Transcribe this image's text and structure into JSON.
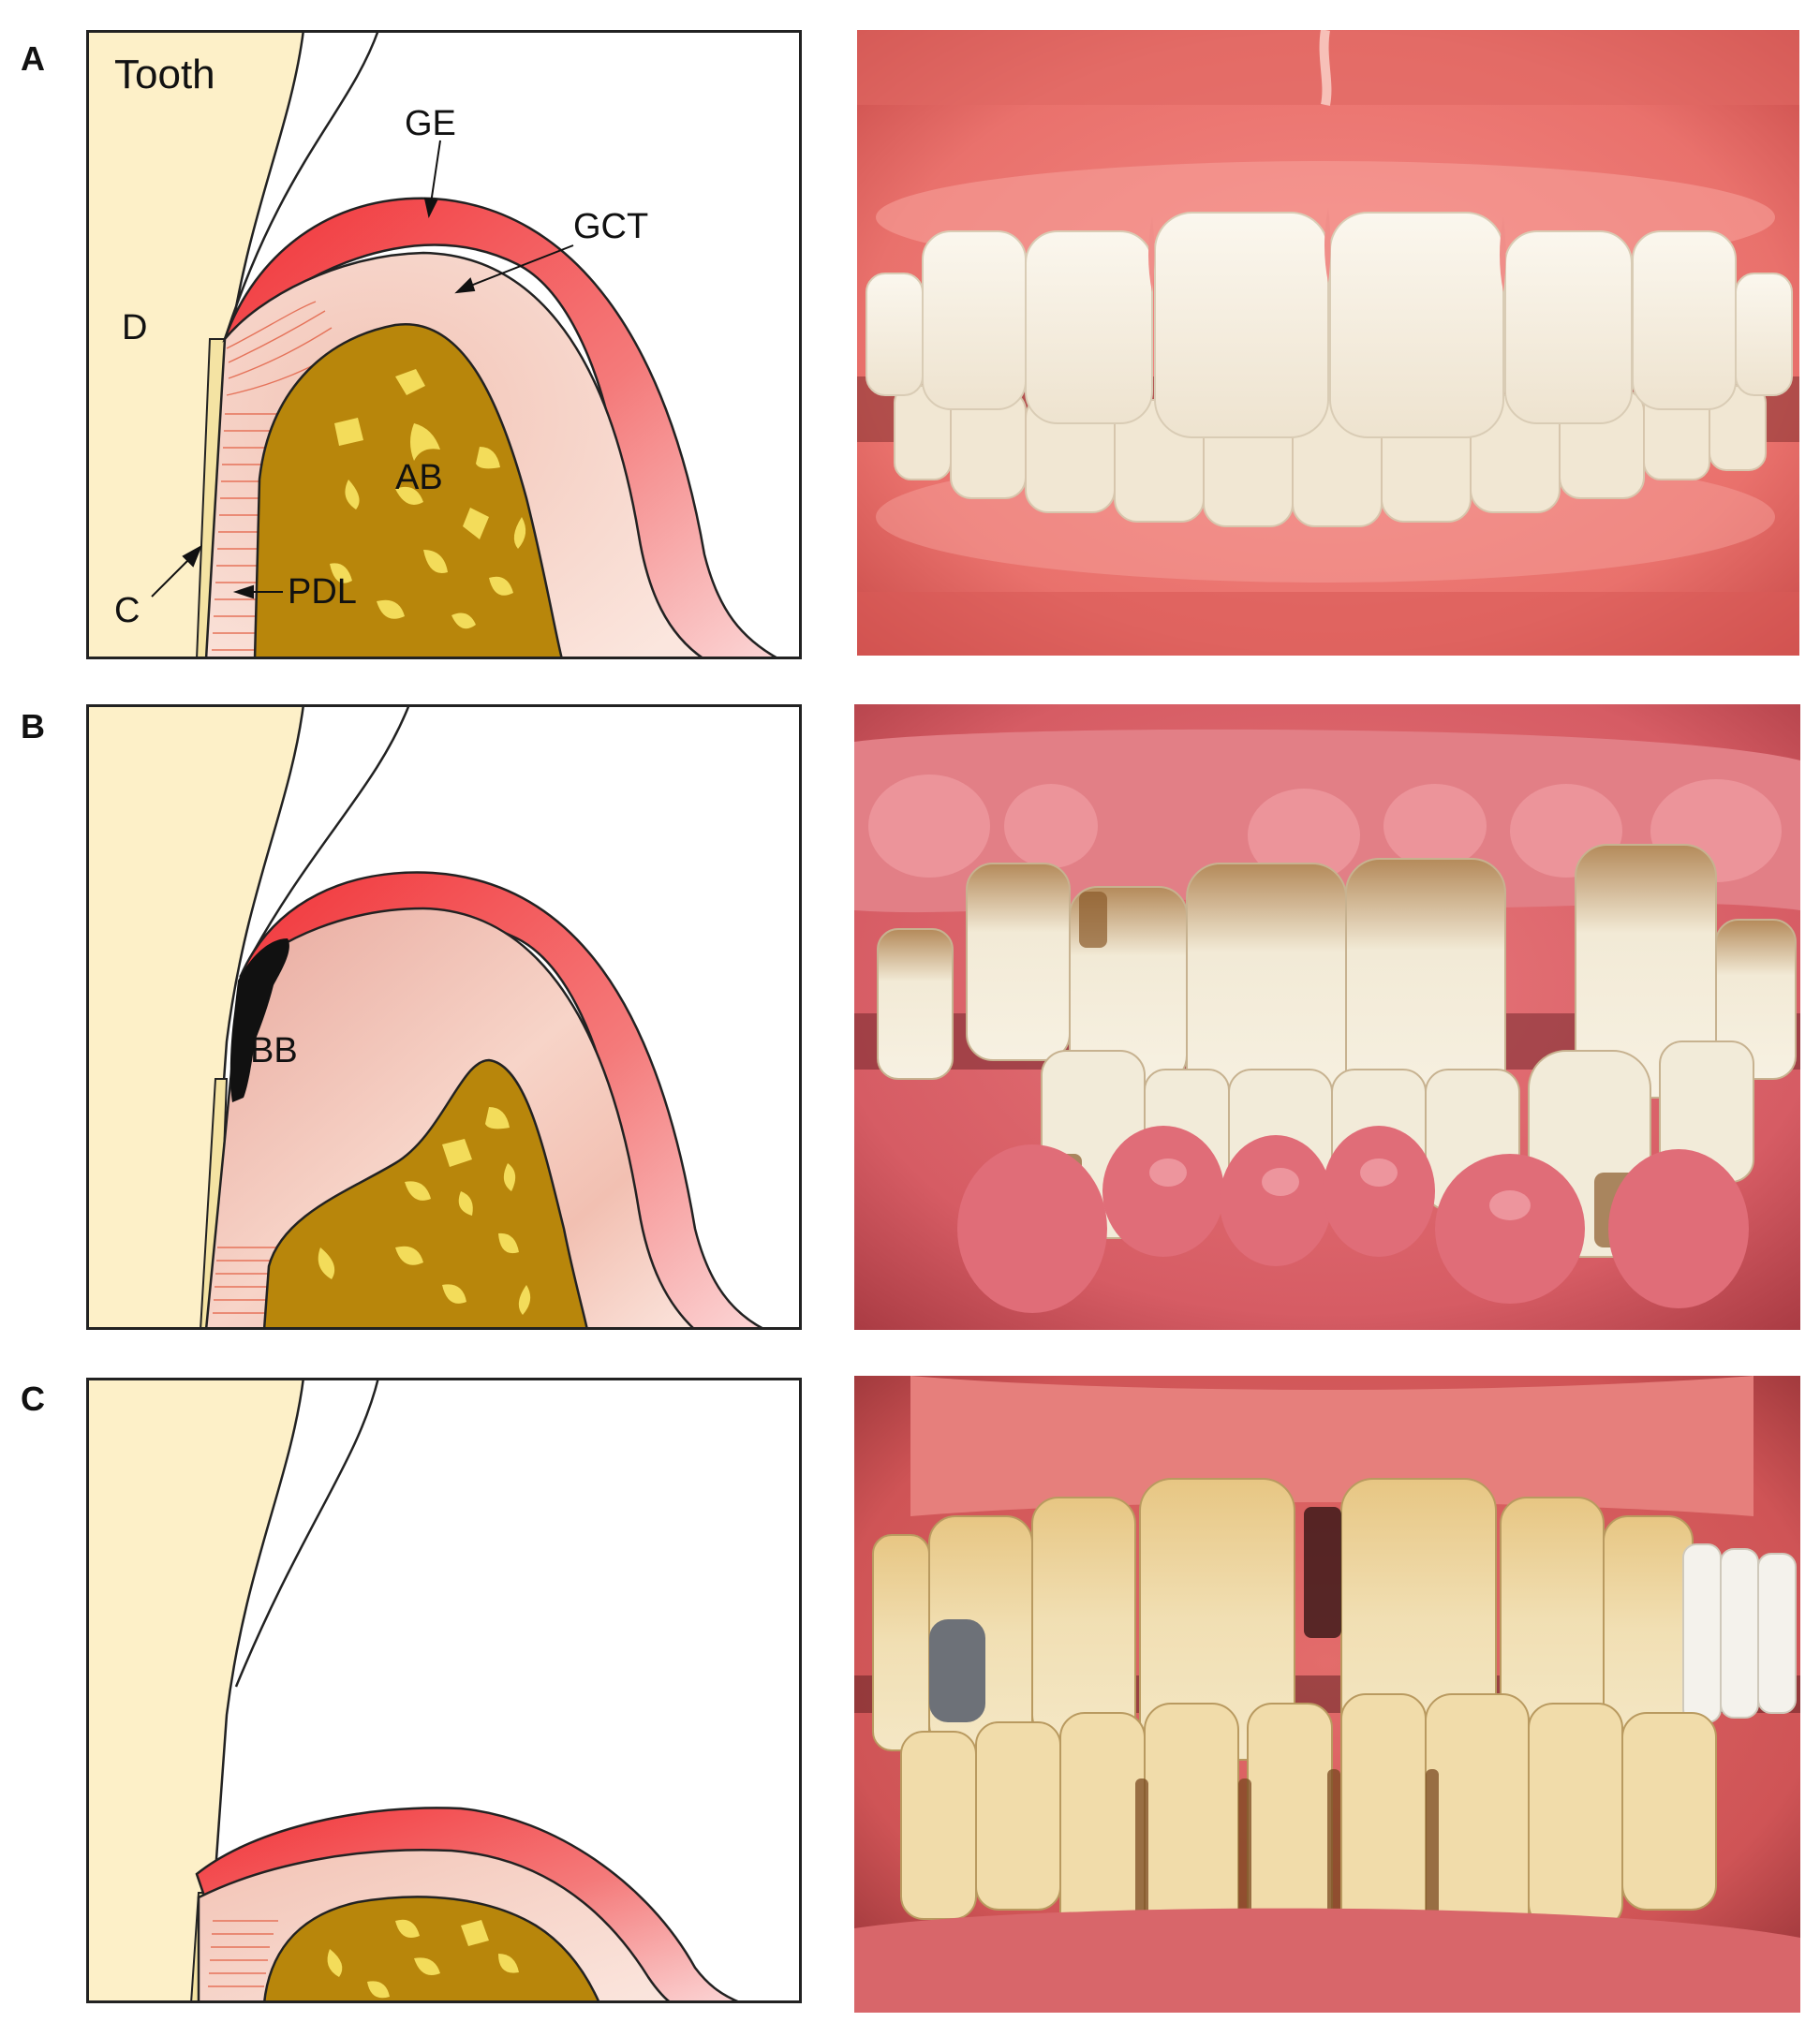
{
  "panels": [
    {
      "letter": "A",
      "labels": {
        "tooth": "Tooth",
        "ge": "GE",
        "gct": "GCT",
        "d": "D",
        "ab": "AB",
        "c": "C",
        "pdl": "PDL"
      }
    },
    {
      "letter": "B",
      "labels": {
        "bb": "BB"
      }
    },
    {
      "letter": "C",
      "labels": {}
    }
  ],
  "colors": {
    "tooth": "#fdf0c8",
    "gingival_epithelium": "#f0474a",
    "gingival_connective_tissue": "#f7d4cc",
    "alveolar_bone": "#b8860b",
    "bone_spots": "#f3dc5a",
    "ligament_lines": "#e5735a",
    "biofilm": "#111111"
  }
}
